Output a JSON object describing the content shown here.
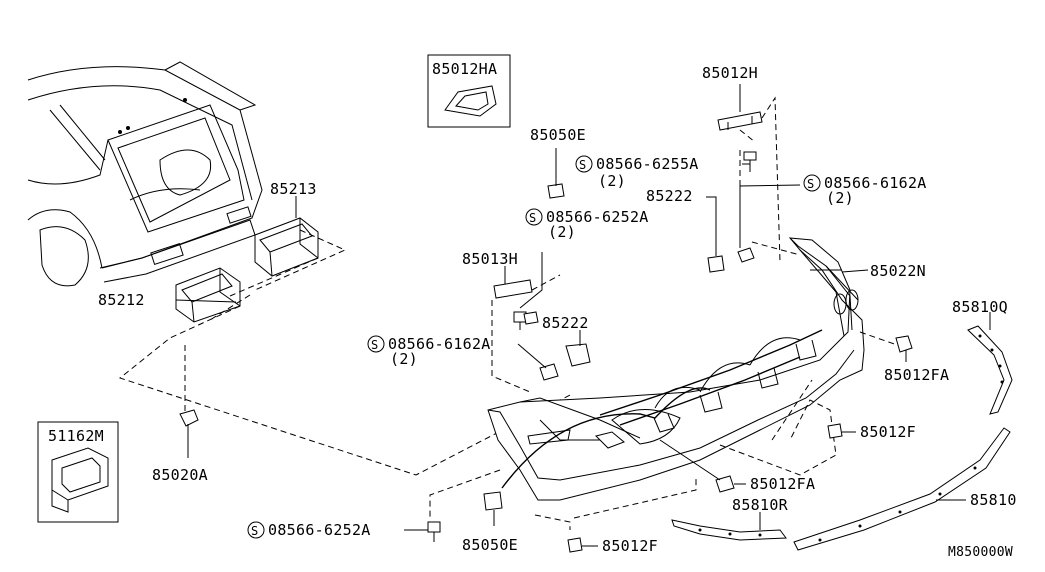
{
  "diagram_id": "M850000W",
  "service_mark": "S",
  "labels": {
    "p85012HA": "85012HA",
    "p85012H": "85012H",
    "p85050E_top": "85050E",
    "p08566_6255A": "08566-6255A",
    "p08566_6255A_qty": "(2)",
    "p08566_6162A_right": "08566-6162A",
    "p08566_6162A_right_qty": "(2)",
    "p85222_top": "85222",
    "p08566_6252A_top": "08566-6252A",
    "p08566_6252A_top_qty": "(2)",
    "p85213": "85213",
    "p85212": "85212",
    "p85013H": "85013H",
    "p85022N": "85022N",
    "p85810Q": "85810Q",
    "p85222_mid": "85222",
    "p08566_6162A_left": "08566-6162A",
    "p08566_6162A_left_qty": "(2)",
    "p85012FA_right": "85012FA",
    "p85012F_right": "85012F",
    "p51162M": "51162M",
    "p85020A": "85020A",
    "p85012FA_mid": "85012FA",
    "p85810R": "85810R",
    "p85810": "85810",
    "p08566_6252A_bottom": "08566-6252A",
    "p85050E_bottom": "85050E",
    "p85012F_bottom": "85012F"
  }
}
